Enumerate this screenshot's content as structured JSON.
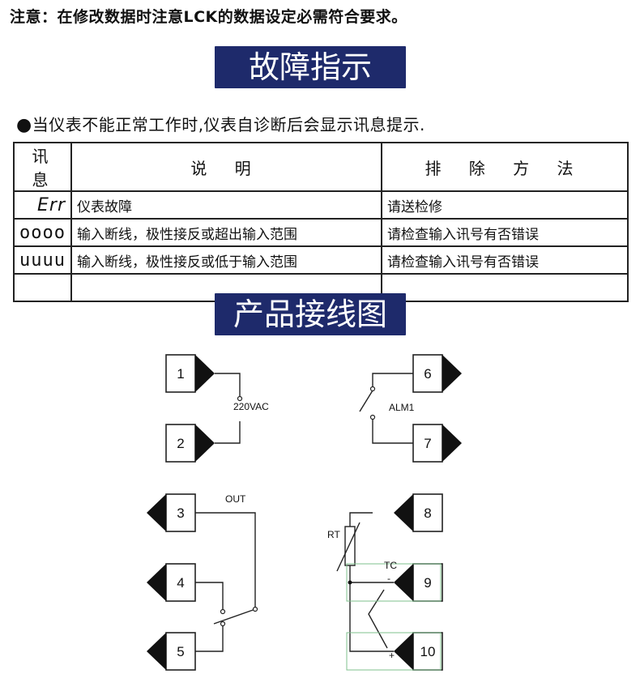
{
  "note": "注意：在修改数据时注意LCK的数据设定必需符合要求。",
  "fault_section": {
    "title": "故障指示",
    "intro": "当仪表不能正常工作时,仪表自诊断后会显示讯息提示.",
    "bullet": "●",
    "headers": [
      "讯 息",
      "说 明",
      "排 除 方 法"
    ],
    "rows": [
      {
        "message": "Err",
        "description": "仪表故障",
        "remedy": "请送检修"
      },
      {
        "message": "oooo",
        "description": "输入断线，极性接反或超出输入范围",
        "remedy": "请检查输入讯号有否错误"
      },
      {
        "message": "uuuu",
        "description": "输入断线，极性接反或低于输入范围",
        "remedy": "请检查输入讯号有否错误"
      },
      {
        "message": "",
        "description": "",
        "remedy": ""
      }
    ]
  },
  "wiring_section": {
    "title": "产品接线图",
    "terminals": [
      "1",
      "2",
      "3",
      "4",
      "5",
      "6",
      "7",
      "8",
      "9",
      "10"
    ],
    "labels": {
      "power": "220VAC",
      "alarm": "ALM1",
      "output": "OUT",
      "rtd": "RT",
      "thermocouple": "TC",
      "tc_minus": "-",
      "tc_plus": "+"
    }
  }
}
